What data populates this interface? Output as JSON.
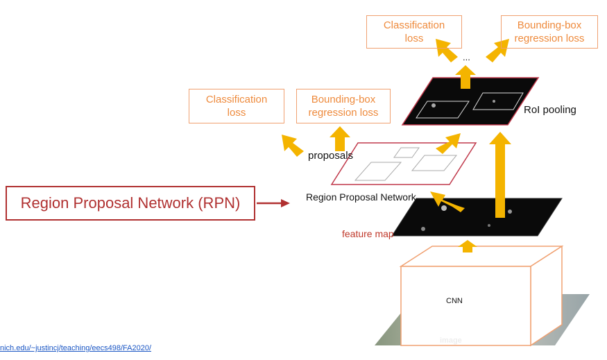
{
  "losses": {
    "top_classification": "Classification\nloss",
    "top_bbox": "Bounding-box\nregression loss",
    "mid_classification": "Classification\nloss",
    "mid_bbox": "Bounding-box\nregression loss"
  },
  "labels": {
    "ellipsis": "...",
    "roi_pooling": "RoI pooling",
    "proposals": "proposals",
    "region_proposal_network": "Region Proposal Network",
    "feature_map": "feature map",
    "cnn": "CNN",
    "image": "image"
  },
  "callout": {
    "rpn": "Region Proposal Network (RPN)"
  },
  "footer": {
    "url": "nich.edu/~justincj/teaching/eecs498/FA2020/"
  },
  "colors": {
    "arrow": "#f4b400",
    "loss_text": "#ee8a3c",
    "red": "#b03030",
    "map_fill": "#0a0a0a"
  }
}
